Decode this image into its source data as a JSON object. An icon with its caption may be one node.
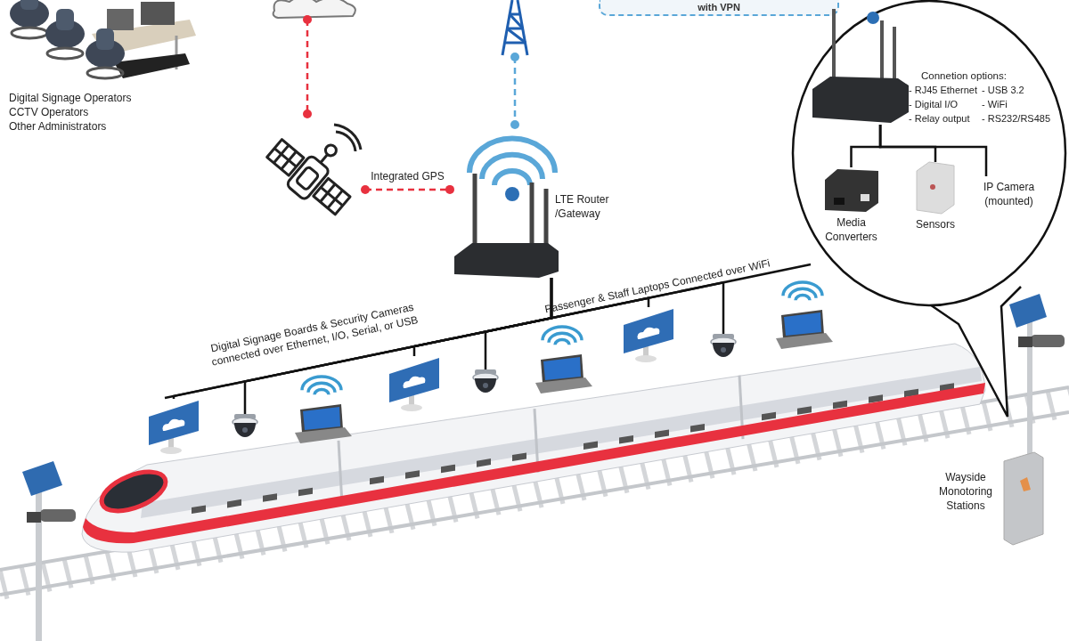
{
  "diagram": {
    "nodes": [
      {
        "text": [
          "Digital Signage Operators",
          "CCTV Operators",
          "Other Administrators"
        ]
      },
      {
        "text": [],
        "shape": "cloud"
      },
      {
        "text": [],
        "shape": "picture"
      },
      {
        "text": [],
        "shape": "picture"
      },
      {
        "text": [
          "LTE Router /Gateway"
        ]
      },
      {
        "text": [
          "with VPN"
        ]
      },
      {
        "text": [],
        "shape": "ellipse"
      },
      {
        "text": [
          "Connetion options:",
          "- RJ45 Ethernet",
          "- Digital I/O",
          "- Relay output",
          "- USB 3.2",
          "- WiFi",
          "- RS232/RS485"
        ],
        "in": 6
      },
      {
        "text": [
          "Media Converters"
        ],
        "in": 6
      },
      {
        "text": [
          "Sensors"
        ],
        "in": 6
      },
      {
        "text": [
          "IP Camera (mounted)"
        ],
        "in": 6
      },
      {
        "text": [
          "Wayside Monotoring Stations"
        ]
      },
      {
        "text": [],
        "shape": "picture"
      },
      {
        "text": [],
        "shape": "picture"
      },
      {
        "text": [],
        "shape": "picture"
      },
      {
        "text": [],
        "shape": "picture"
      },
      {
        "text": [],
        "shape": "picture"
      },
      {
        "text": [],
        "shape": "picture"
      },
      {
        "text": [],
        "shape": "picture"
      },
      {
        "text": [],
        "shape": "picture"
      },
      {
        "text": [],
        "shape": "picture"
      }
    ],
    "edges": [
      {
        "from": 1,
        "to": 2,
        "arrow": "other",
        "style": "dashed",
        "color": "#e8313f"
      },
      {
        "from": 2,
        "to": 4,
        "arrow": "other",
        "label": "Integrated GPS",
        "style": "dashed",
        "color": "#e8313f"
      },
      {
        "from": 3,
        "to": 4,
        "arrow": "other",
        "style": "dashed",
        "color": "#5aa7d8"
      },
      {
        "from": 7,
        "to": 8,
        "arrow": "none"
      },
      {
        "from": 7,
        "to": 9,
        "arrow": "none"
      },
      {
        "from": 7,
        "to": 10,
        "arrow": "none"
      },
      {
        "from": 4,
        "to": 12,
        "arrow": "none"
      },
      {
        "from": 4,
        "to": 13,
        "arrow": "none"
      },
      {
        "from": 4,
        "to": 15,
        "arrow": "none"
      },
      {
        "from": 4,
        "to": 16,
        "arrow": "none"
      },
      {
        "from": 4,
        "to": 18,
        "arrow": "none"
      },
      {
        "from": 4,
        "to": 19,
        "arrow": "none"
      }
    ],
    "labels": [
      "Digital Signage Boards & Security Cameras connected over Ethernet, I/O, Serial, or USB",
      "Passenger & Staff Laptops Connected over WiFi"
    ]
  }
}
